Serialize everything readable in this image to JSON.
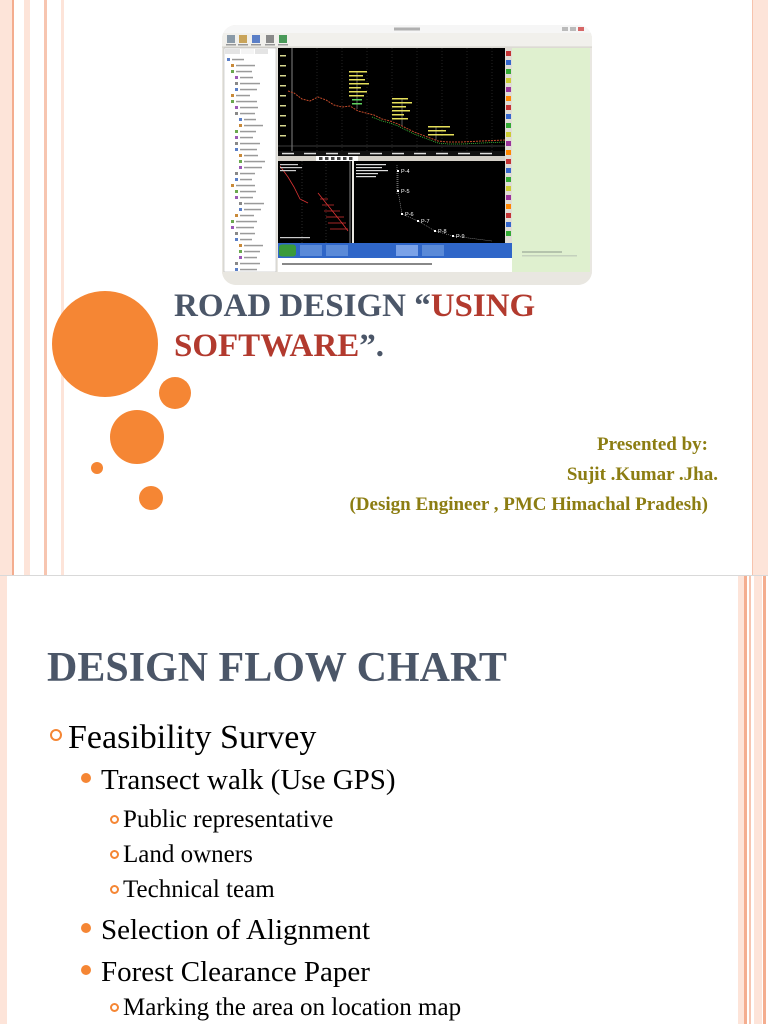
{
  "theme": {
    "accent_orange": "#f58634",
    "title_color": "#4b5668",
    "highlight_red": "#b23a2e",
    "presenter_color": "#8c7d12",
    "stripe_light": "#fde4d9",
    "stripe_dark": "#f4ad8f"
  },
  "slide1": {
    "screenshot": {
      "peg_labels": [
        "P-4",
        "P-5",
        "P-6",
        "P-7",
        "P-8",
        "P-9"
      ]
    },
    "title": {
      "line1_plain": "ROAD DESIGN “",
      "line1_highlight": "USING",
      "line2_highlight": "SOFTWARE",
      "line2_plain": "”."
    },
    "presenter": {
      "label": "Presented by:",
      "name": "Sujit .Kumar .Jha.",
      "role": "(Design Engineer , PMC Himachal Pradesh)"
    }
  },
  "slide2": {
    "title": "DESIGN FLOW CHART",
    "bullets": [
      {
        "level": 1,
        "marker": "hollow-circle-icon",
        "text": "Feasibility Survey"
      },
      {
        "level": 2,
        "marker": "filled-circle-icon",
        "text": "Transect walk (Use GPS)"
      },
      {
        "level": 3,
        "marker": "hollow-circle-icon",
        "text": "Public representative"
      },
      {
        "level": 3,
        "marker": "hollow-circle-icon",
        "text": "Land owners"
      },
      {
        "level": 3,
        "marker": "hollow-circle-icon",
        "text": "Technical team"
      },
      {
        "level": 2,
        "marker": "filled-circle-icon",
        "text": "Selection of Alignment"
      },
      {
        "level": 2,
        "marker": "filled-circle-icon",
        "text": "Forest Clearance Paper"
      },
      {
        "level": 3,
        "marker": "hollow-circle-icon",
        "text": "Marking the area on location map"
      }
    ]
  }
}
